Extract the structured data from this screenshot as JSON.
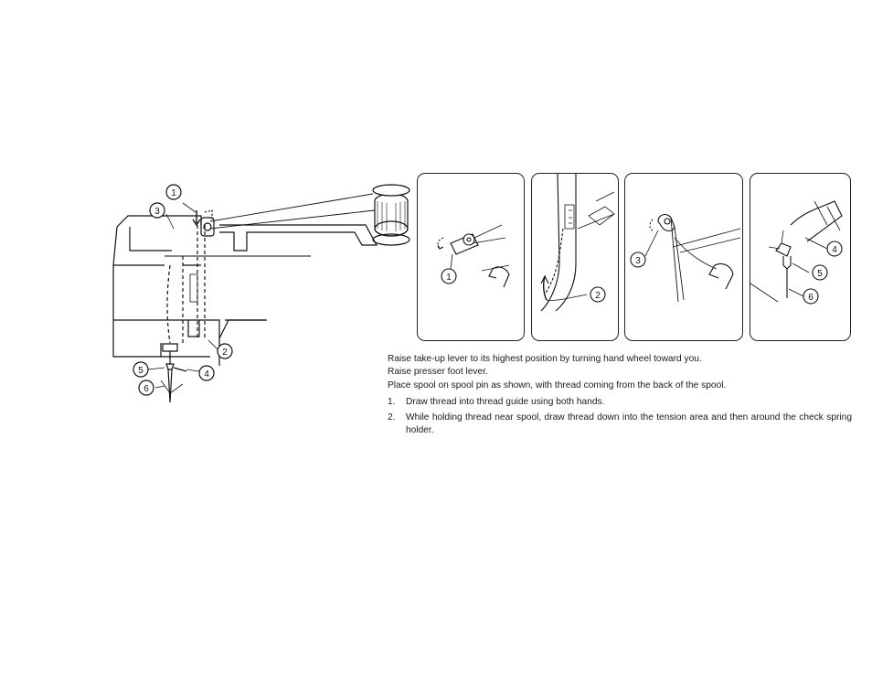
{
  "callouts": {
    "machine": [
      "1",
      "2",
      "3",
      "4",
      "5",
      "6"
    ],
    "panel1": "1",
    "panel2": "2",
    "panel3": "3",
    "panel4": [
      "4",
      "5",
      "6"
    ]
  },
  "instructions": {
    "intro": [
      "Raise take-up lever to its highest position by turning hand wheel toward you.",
      "Raise presser foot lever.",
      "Place spool on spool pin as shown, with thread coming from the back of the spool."
    ],
    "steps": [
      {
        "num": "1.",
        "text": "Draw thread into thread guide using both hands."
      },
      {
        "num": "2.",
        "text": "While holding thread near spool, draw thread down into the tension area and then around the check spring holder."
      }
    ]
  }
}
